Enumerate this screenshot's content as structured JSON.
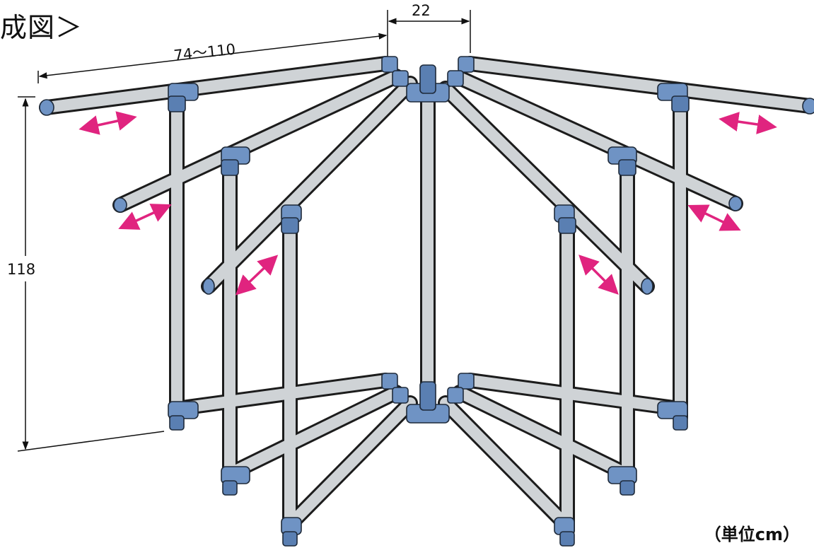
{
  "title": "成図＞",
  "dimensions": {
    "top_width": "22",
    "arm_length": "74～110",
    "height": "118"
  },
  "unit_label": "（単位cm）",
  "colors": {
    "joint": "#6f93c4",
    "pipe": "#cfd3d6",
    "arrow": "#e0247f"
  }
}
